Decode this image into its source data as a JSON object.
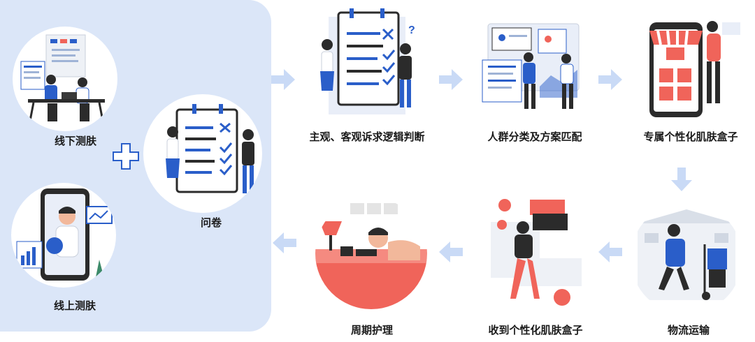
{
  "colors": {
    "panel": "#dbe6f8",
    "arrow": "#c9daf6",
    "primary": "#2a5ec9",
    "accent": "#f0645a"
  },
  "steps": {
    "offline": "线下测肤",
    "online": "线上测肤",
    "questionnaire": "问卷",
    "logic": "主观、客观诉求逻辑判断",
    "match": "人群分类及方案匹配",
    "box": "专属个性化肌肤盒子",
    "shipping": "物流运输",
    "receive": "收到个性化肌肤盒子",
    "care": "周期护理"
  }
}
